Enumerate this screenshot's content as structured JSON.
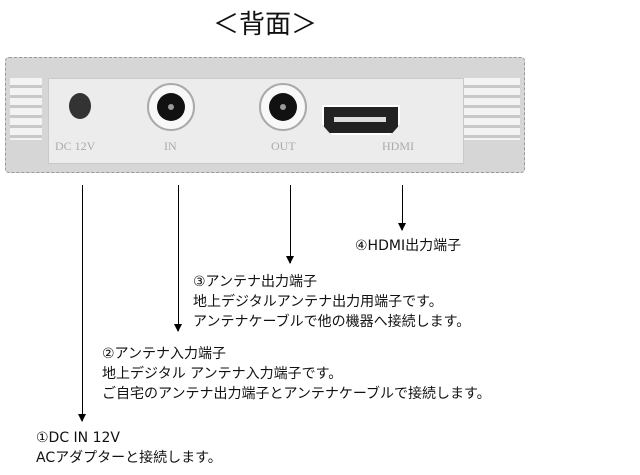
{
  "title": "＜背面＞",
  "ports": {
    "dc": "DC 12V",
    "in": "IN",
    "out": "OUT",
    "hdmi": "HDMI"
  },
  "notes": [
    {
      "heading": "④HDMI出力端子",
      "lines": []
    },
    {
      "heading": "③アンテナ出力端子",
      "lines": [
        "地上デジタルアンテナ出力用端子です。",
        "アンテナケーブルで他の機器へ接続します。"
      ]
    },
    {
      "heading": "②アンテナ入力端子",
      "lines": [
        "地上デジタル アンテナ入力端子です。",
        "ご自宅のアンテナ出力端子とアンテナケーブルで接続します。"
      ]
    },
    {
      "heading": "①DC IN 12V",
      "lines": [
        "ACアダプターと接続します。"
      ]
    }
  ]
}
